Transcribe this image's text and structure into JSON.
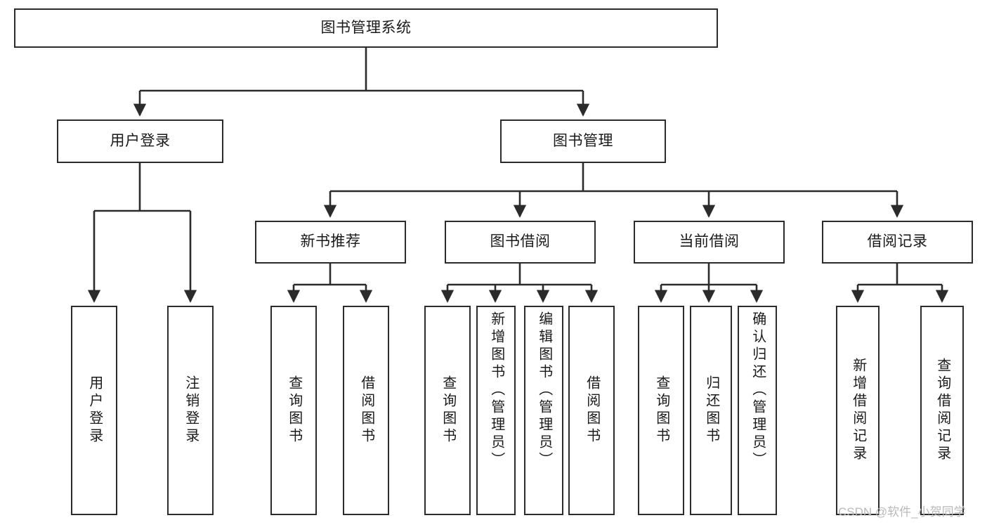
{
  "diagram": {
    "type": "tree",
    "title": "图书管理系统",
    "watermark": "CSDN @软件_小贺同学",
    "colors": {
      "box_border": "#2b2b2b",
      "box_fill": "#ffffff",
      "connector": "#2b2b2b",
      "text": "#1a1a1a",
      "watermark": "#b9b9b9"
    },
    "nodes": {
      "root": {
        "label": "图书管理系统"
      },
      "level2": [
        {
          "label": "用户登录"
        },
        {
          "label": "图书管理"
        }
      ],
      "level3": [
        {
          "label": "新书推荐"
        },
        {
          "label": "图书借阅"
        },
        {
          "label": "当前借阅"
        },
        {
          "label": "借阅记录"
        }
      ],
      "leaves": {
        "user_login": [
          {
            "label": "用户登录"
          },
          {
            "label": "注销登录"
          }
        ],
        "new_book_recommend": [
          {
            "label": "查询图书"
          },
          {
            "label": "借阅图书"
          }
        ],
        "book_borrow": [
          {
            "label": "查询图书"
          },
          {
            "label": "新增图书（管理员）"
          },
          {
            "label": "编辑图书（管理员）"
          },
          {
            "label": "借阅图书"
          }
        ],
        "current_borrow": [
          {
            "label": "查询图书"
          },
          {
            "label": "归还图书"
          },
          {
            "label": "确认归还（管理员）"
          }
        ],
        "borrow_record": [
          {
            "label": "新增借阅记录"
          },
          {
            "label": "查询借阅记录"
          }
        ]
      }
    }
  }
}
